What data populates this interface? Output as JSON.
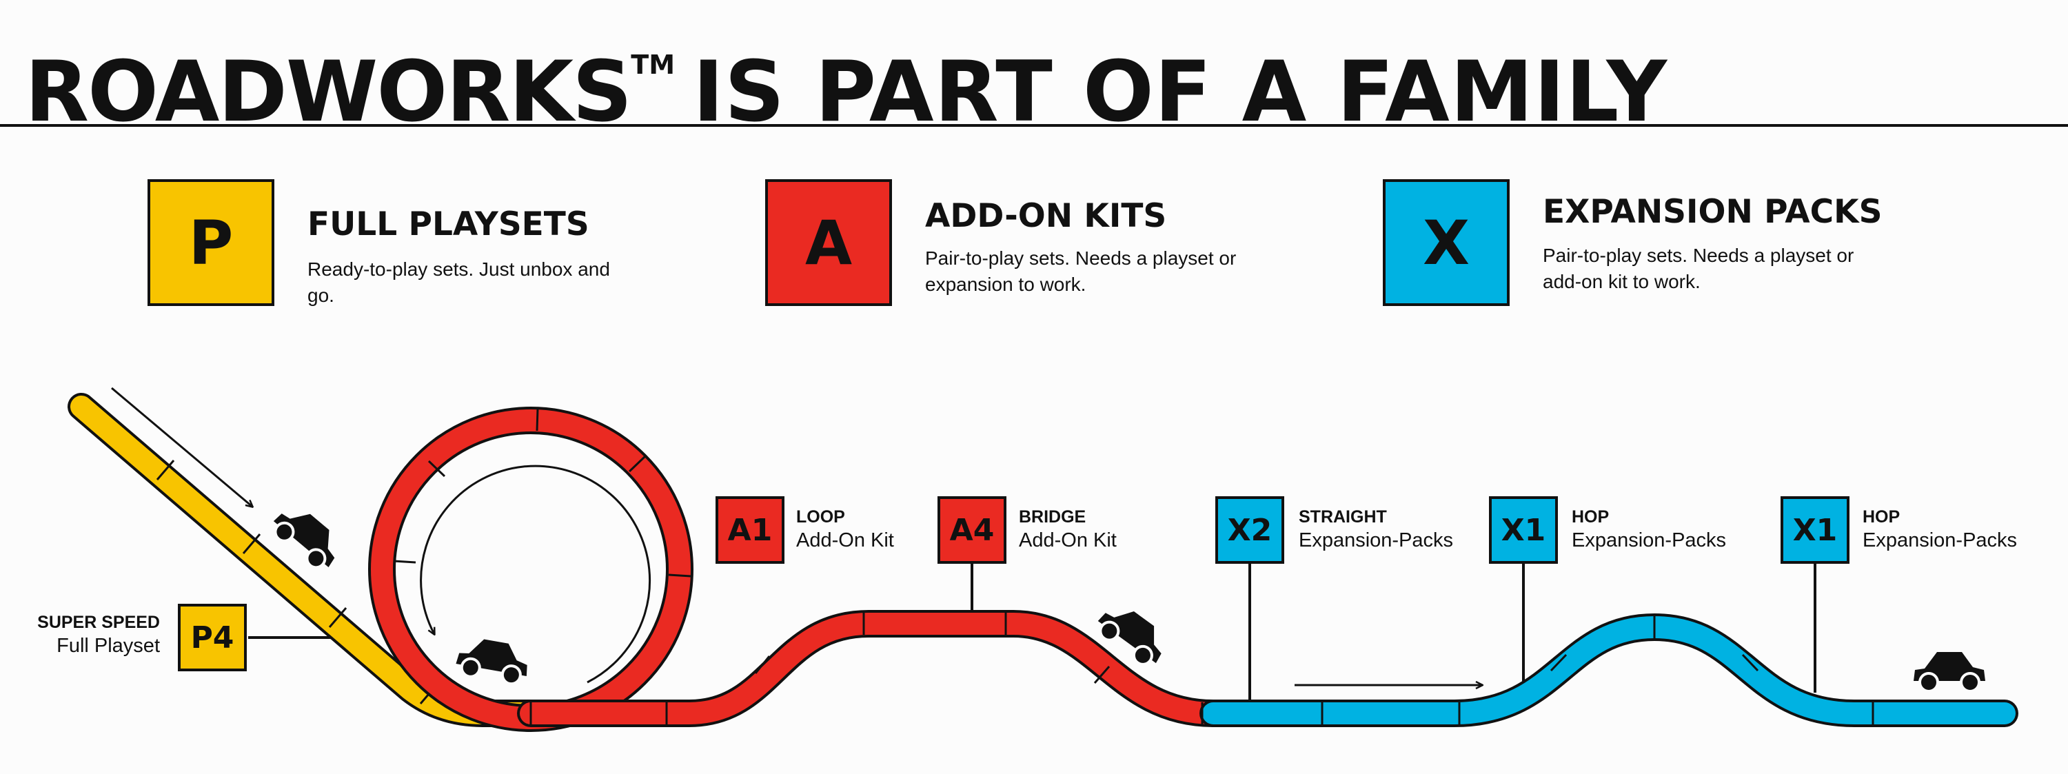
{
  "title": {
    "brand": "ROADWORKS",
    "trademark": "TM",
    "rest": "IS PART OF A FAMILY"
  },
  "legend": [
    {
      "letter": "P",
      "heading": "FULL PLAYSETS",
      "description": "Ready-to-play sets. Just unbox and go."
    },
    {
      "letter": "A",
      "heading": "ADD-ON KITS",
      "description": "Pair-to-play sets. Needs a playset or expansion to work."
    },
    {
      "letter": "X",
      "heading": "EXPANSION PACKS",
      "description": "Pair-to-play sets. Needs a playset or add-on kit to work."
    }
  ],
  "kits": [
    {
      "code": "P4",
      "name": "SUPER SPEED",
      "type": "Full Playset"
    },
    {
      "code": "A1",
      "name": "LOOP",
      "type": "Add-On Kit"
    },
    {
      "code": "A4",
      "name": "BRIDGE",
      "type": "Add-On Kit"
    },
    {
      "code": "X2",
      "name": "STRAIGHT",
      "type": "Expansion-Packs"
    },
    {
      "code": "X1",
      "name": "HOP",
      "type": "Expansion-Packs"
    },
    {
      "code": "X1",
      "name": "HOP",
      "type": "Expansion-Packs"
    }
  ],
  "colors": {
    "playset": "#f8c400",
    "addon": "#ea2a22",
    "expansion": "#00b2e2",
    "ink": "#111111",
    "background": "#fcfcfc"
  },
  "icons": [
    "car-icon",
    "arrow-icon"
  ]
}
